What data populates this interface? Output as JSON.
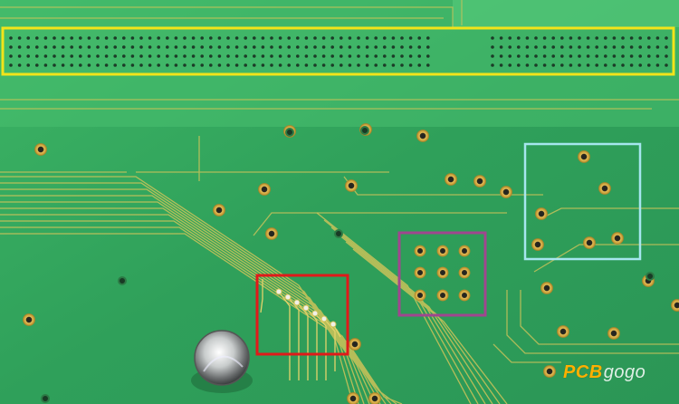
{
  "watermark": {
    "part_a": "PCB",
    "part_b": "gogo"
  },
  "colors": {
    "board_green": "#35a85c",
    "board_green_light": "#4bc373",
    "trace_gold": "#d6c35a",
    "via_gold": "#e2b54a",
    "highlight_yellow": "#f2e41a",
    "highlight_cyan": "#a6e6ee",
    "highlight_purple": "#a0468f",
    "highlight_red": "#e01a1a"
  },
  "annotations": [
    {
      "id": "connector-header",
      "color": "yellow"
    },
    {
      "id": "via-cluster",
      "color": "cyan"
    },
    {
      "id": "pin-grid-3x3",
      "color": "purple"
    },
    {
      "id": "fine-trace-breakout",
      "color": "red"
    }
  ]
}
